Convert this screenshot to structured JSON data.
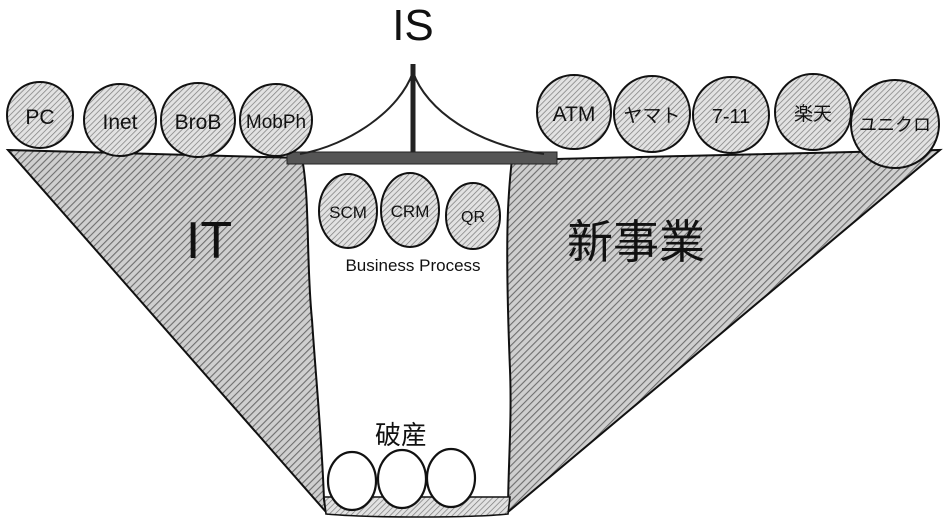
{
  "title": "IS",
  "left_region_label": "IT",
  "right_region_label": "新事業",
  "gap_label": "Business Process",
  "pit_label": "破産",
  "left_nodes": [
    "PC",
    "Inet",
    "BroB",
    "MobPh"
  ],
  "right_nodes": [
    "ATM",
    "ヤマト",
    "7-11",
    "楽天",
    "ユニクロ"
  ],
  "process_nodes": [
    "SCM",
    "CRM",
    "QR"
  ],
  "colors": {
    "background": "#ffffff",
    "ink": "#111111",
    "hatch": "#8c8c8c",
    "bridge": "#555555"
  }
}
